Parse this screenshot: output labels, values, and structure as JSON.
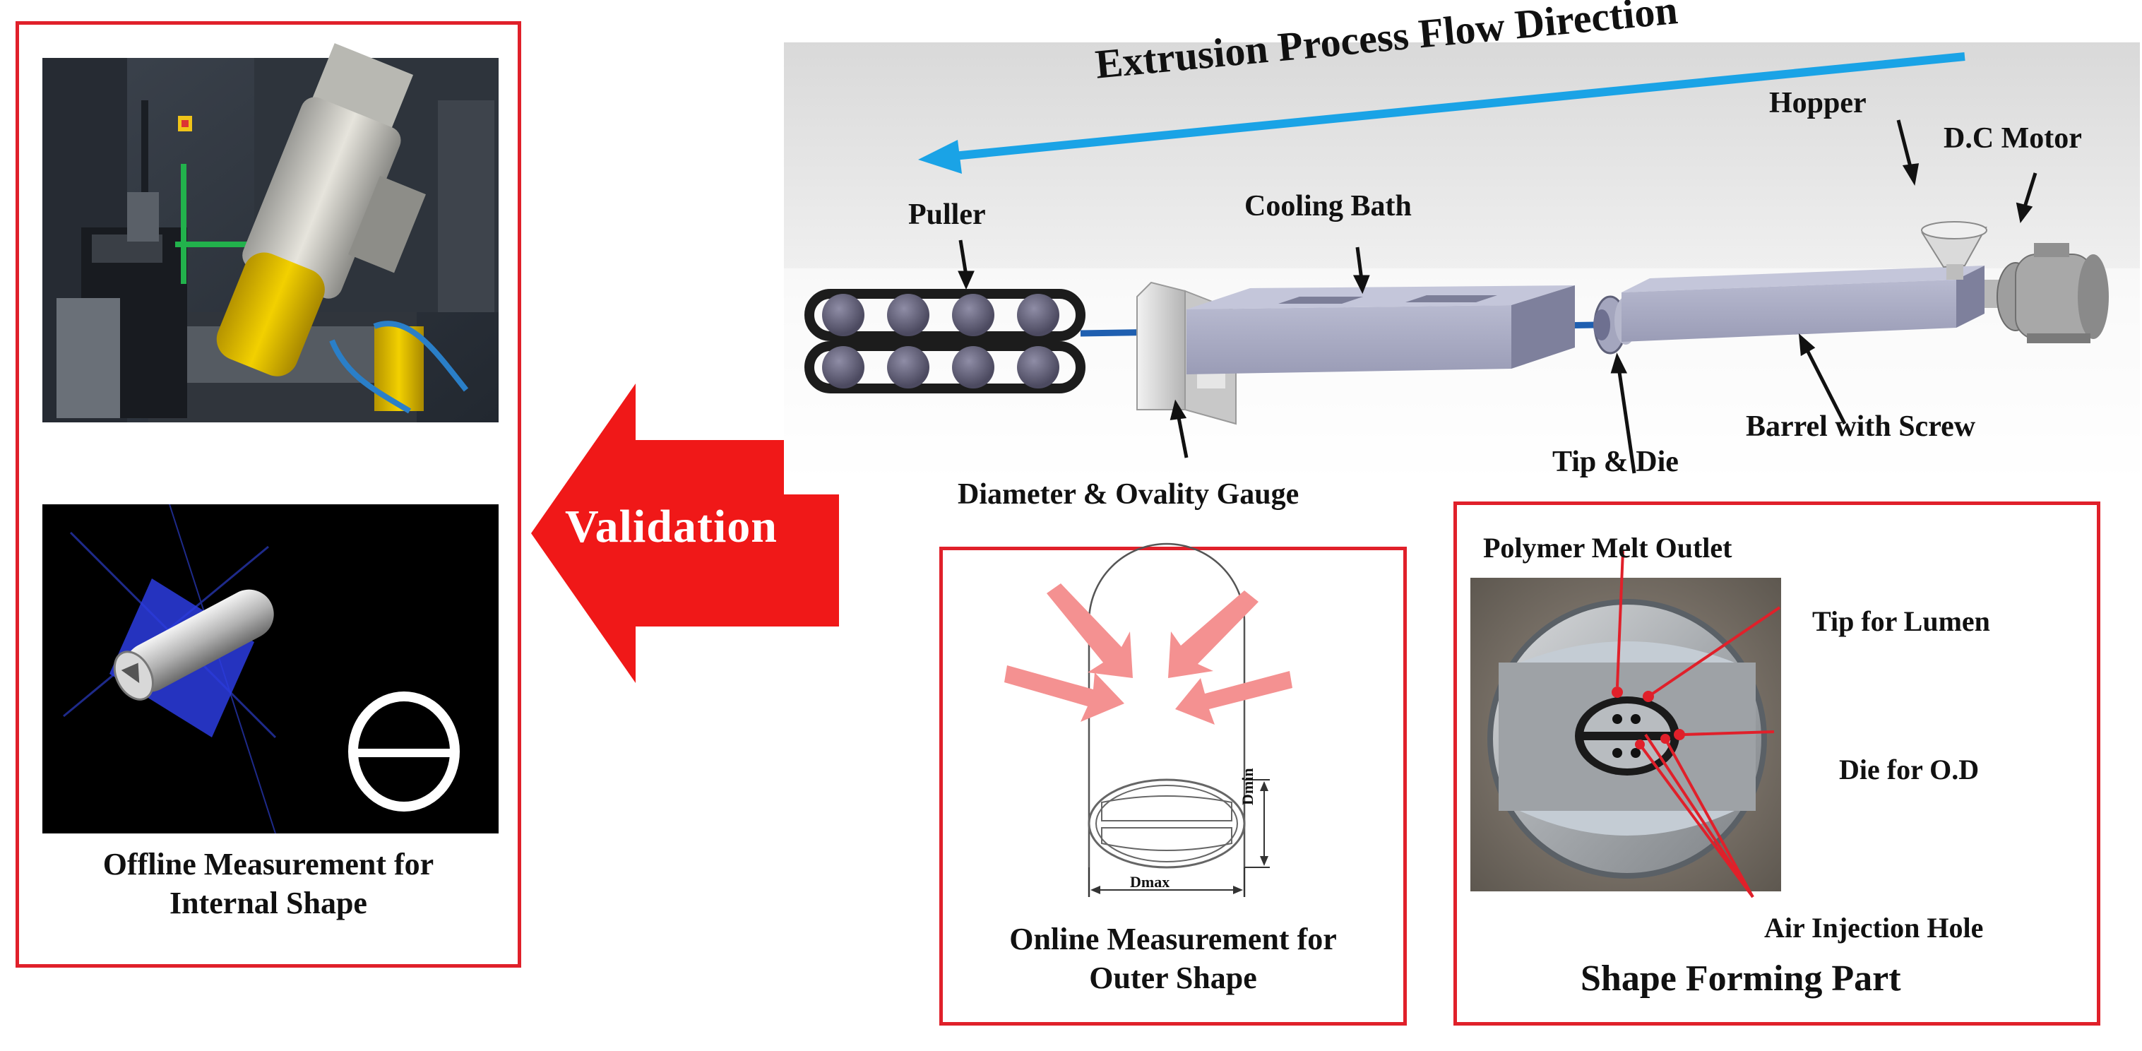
{
  "colors": {
    "frame_red": "#e0202a",
    "validation_arrow": "#f01818",
    "flow_arrow": "#1aa3e6",
    "machine_grey": "#8c8fa8",
    "ovality_arrows": "#f49191"
  },
  "flow_title": "Extrusion Process Flow Direction",
  "components": {
    "hopper": "Hopper",
    "motor": "D.C Motor",
    "puller": "Puller",
    "cooling_bath": "Cooling Bath",
    "gauge": "Diameter & Ovality Gauge",
    "tip_die": "Tip & Die",
    "barrel": "Barrel with Screw"
  },
  "validation_label": "Validation",
  "offline_caption": [
    "Offline Measurement for",
    "Internal Shape"
  ],
  "online_caption": [
    "Online Measurement for",
    "Outer Shape"
  ],
  "dims": {
    "dmin": "Dmin",
    "dmax": "Dmax"
  },
  "shape_part": {
    "title": "Shape Forming Part",
    "polymer_outlet": "Polymer Melt Outlet",
    "tip_lumen": "Tip for Lumen",
    "die_od": "Die for O.D",
    "air_hole": "Air Injection Hole"
  }
}
